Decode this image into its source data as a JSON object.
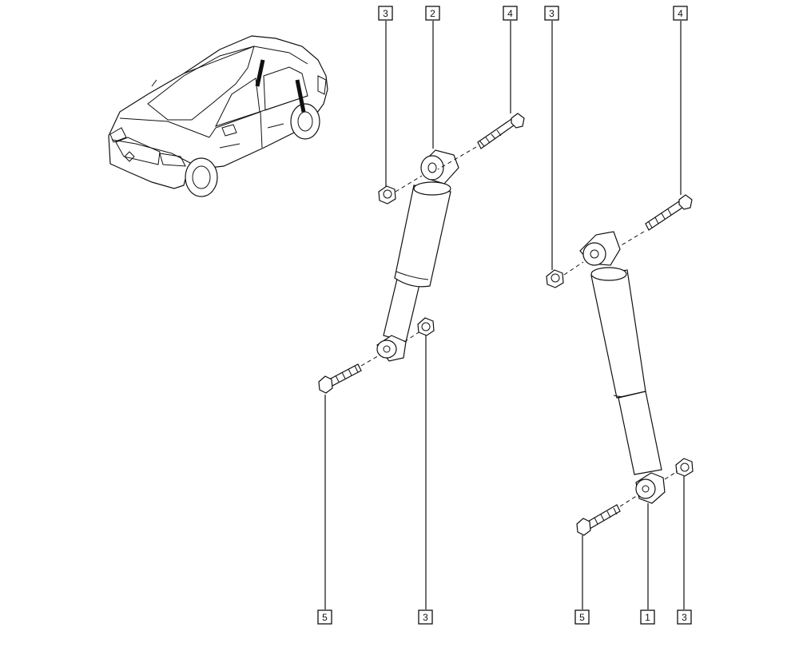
{
  "diagram": {
    "callouts": [
      {
        "id": "c-3-top-left",
        "label": "3"
      },
      {
        "id": "c-2-top",
        "label": "2"
      },
      {
        "id": "c-4-top-mid",
        "label": "4"
      },
      {
        "id": "c-3-top-right",
        "label": "3"
      },
      {
        "id": "c-4-top-right",
        "label": "4"
      },
      {
        "id": "c-5-bottom-left",
        "label": "5"
      },
      {
        "id": "c-3-bottom-mid",
        "label": "3"
      },
      {
        "id": "c-5-bottom-right",
        "label": "5"
      },
      {
        "id": "c-1-bottom",
        "label": "1"
      },
      {
        "id": "c-3-bottom-right",
        "label": "3"
      }
    ]
  }
}
